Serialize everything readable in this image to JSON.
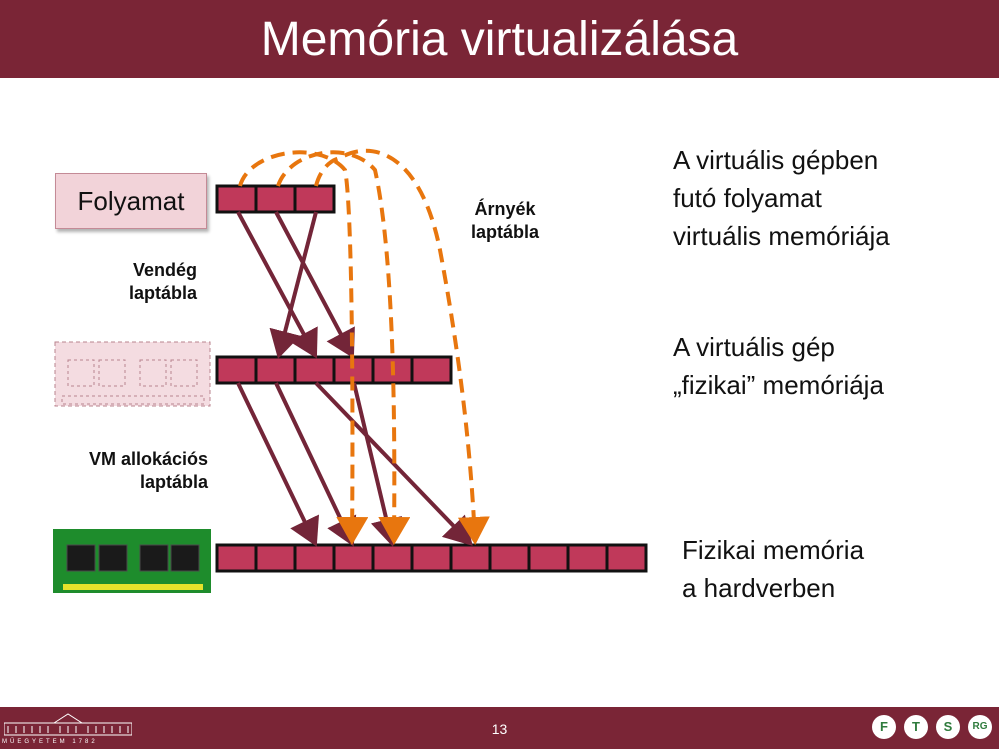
{
  "slide": {
    "title": "Memória virtualizálása",
    "page_number": "13"
  },
  "boxes": {
    "process": "Folyamat"
  },
  "labels": {
    "guest_page_table": [
      "Vendég",
      "laptábla"
    ],
    "shadow_page_table": [
      "Árnyék",
      "laptábla"
    ],
    "vm_allocation_table": [
      "VM allokációs",
      "laptábla"
    ]
  },
  "descriptions": {
    "process_memory": [
      "A virtuális gépben",
      "futó folyamat",
      "virtuális memóriája"
    ],
    "vm_memory": [
      "A virtuális gép",
      "„fizikai” memóriája"
    ],
    "physical_memory": [
      "Fizikai memória",
      "a hardverben"
    ]
  },
  "footer": {
    "university_text": "MŰEGYETEM 1782",
    "logos": [
      "F",
      "T",
      "S",
      "RG"
    ]
  },
  "colors": {
    "brand": "#7a2536",
    "cell": "#c0395a",
    "guest_arrow": "#732538",
    "shadow_arrow": "#e8760e",
    "chip_board": "#1e8c2c"
  }
}
